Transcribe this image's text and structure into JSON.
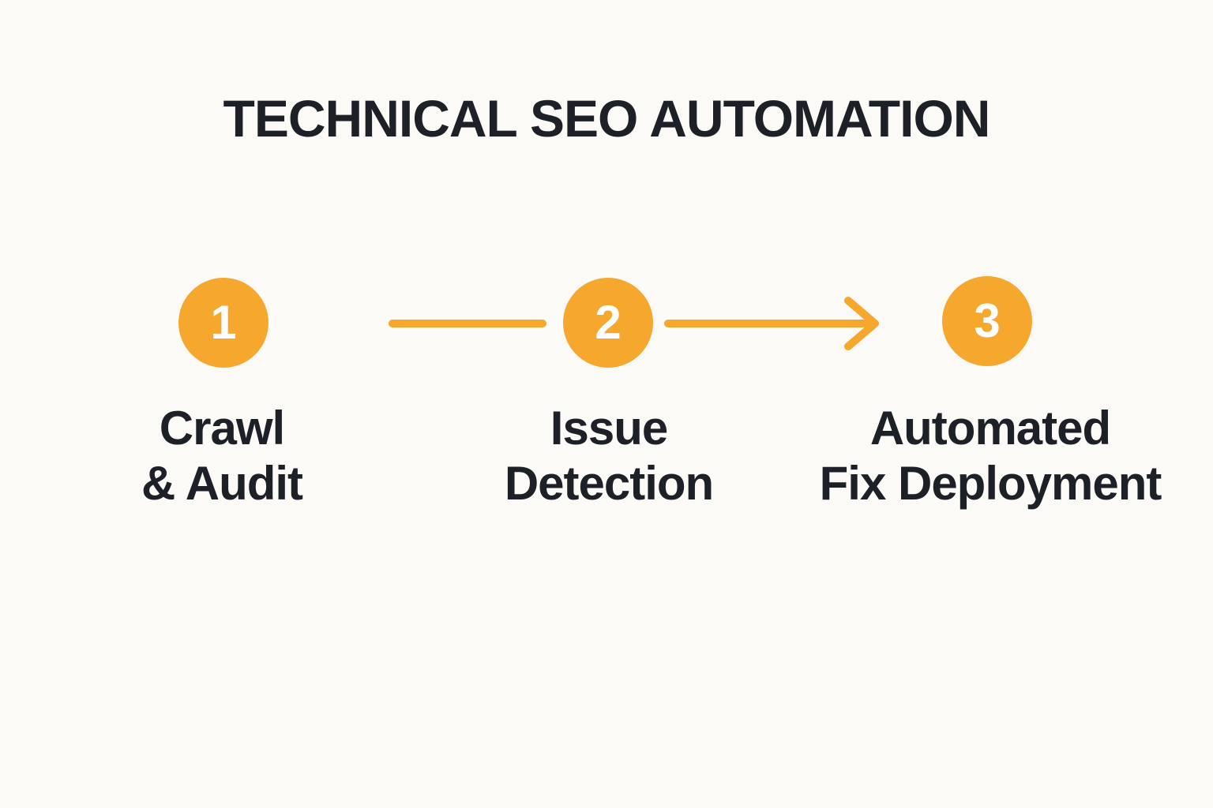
{
  "title": "TECHNICAL SEO AUTOMATION",
  "steps": [
    {
      "number": "1",
      "label_line1": "Crawl",
      "label_line2": "& Audit"
    },
    {
      "number": "2",
      "label_line1": "Issue",
      "label_line2": "Detection"
    },
    {
      "number": "3",
      "label_line1": "Automated",
      "label_line2": "Fix Deployment"
    }
  ],
  "connectors": [
    {
      "type": "plain-line"
    },
    {
      "type": "arrow-right"
    }
  ],
  "colors": {
    "accent": "#F6A72E",
    "text": "#1D2127",
    "background": "#FBFAF7",
    "step_number": "#FFFFFF"
  }
}
